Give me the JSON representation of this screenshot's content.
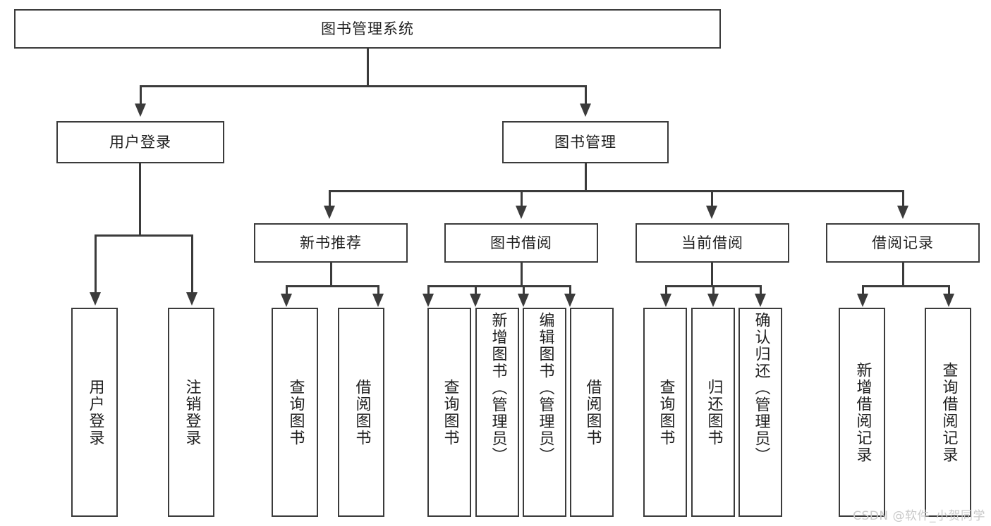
{
  "diagram": {
    "title": "图书管理系统",
    "type": "hierarchy-tree",
    "root": {
      "label": "图书管理系统"
    },
    "level2": [
      {
        "label": "用户登录"
      },
      {
        "label": "图书管理"
      }
    ],
    "level3": [
      {
        "label": "新书推荐"
      },
      {
        "label": "图书借阅"
      },
      {
        "label": "当前借阅"
      },
      {
        "label": "借阅记录"
      }
    ],
    "leaves": {
      "user_login": [
        {
          "label": "用户登录"
        },
        {
          "label": "注销登录"
        }
      ],
      "new_book_recommend": [
        {
          "label": "查询图书"
        },
        {
          "label": "借阅图书"
        }
      ],
      "book_borrow": [
        {
          "label": "查询图书"
        },
        {
          "label": "新增图书（管理员）"
        },
        {
          "label": "编辑图书（管理员）"
        },
        {
          "label": "借阅图书"
        }
      ],
      "current_borrow": [
        {
          "label": "查询图书"
        },
        {
          "label": "归还图书"
        },
        {
          "label": "确认归还（管理员）"
        }
      ],
      "borrow_record": [
        {
          "label": "新增借阅记录"
        },
        {
          "label": "查询借阅记录"
        }
      ]
    }
  },
  "watermark": {
    "text": "CSDN @软件_小贺同学"
  },
  "colors": {
    "stroke": "#3b3b3b",
    "background": "#ffffff",
    "text": "#1f1f1f",
    "watermark": "#c9c9c9"
  }
}
